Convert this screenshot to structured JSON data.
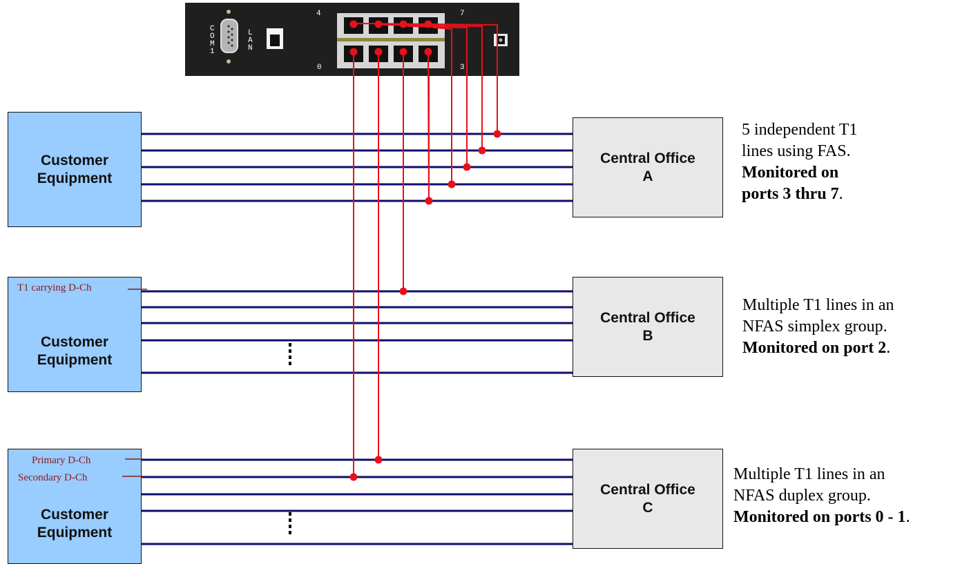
{
  "device": {
    "com_label": "COM1",
    "lan_label": "LAN",
    "port_top_left": "4",
    "port_top_right": "7",
    "port_bottom_left": "0",
    "port_bottom_right": "3"
  },
  "groups": [
    {
      "customer": [
        "Customer",
        "Equipment"
      ],
      "office": [
        "Central Office",
        "A"
      ],
      "description": {
        "line1": "5 independent T1",
        "line2": "lines using FAS.",
        "bold1": "Monitored on",
        "bold2": "ports 3 thru 7",
        "tail": "."
      }
    },
    {
      "customer": [
        "Customer",
        "Equipment"
      ],
      "office": [
        "Central Office",
        "B"
      ],
      "channel_labels": [
        "T1 carrying D-Ch"
      ],
      "description": {
        "line1": "Multiple T1 lines in an",
        "line2": "NFAS simplex group.",
        "bold": "Monitored on port 2",
        "tail": "."
      }
    },
    {
      "customer": [
        "Customer",
        "Equipment"
      ],
      "office": [
        "Central Office",
        "C"
      ],
      "channel_labels": [
        "Primary D-Ch",
        "Secondary D-Ch"
      ],
      "description": {
        "line1": "Multiple T1 lines in an",
        "line2": "NFAS duplex group.",
        "bold": "Monitored on ports 0 - 1",
        "tail": "."
      }
    }
  ],
  "colors": {
    "t1_line": "#0d0d6b",
    "tap_line": "#e8101a",
    "customer_fill": "#99ccff",
    "office_fill": "#e8e8e8",
    "device_body": "#1f1f1f",
    "channel_label": "#8b1a1a"
  }
}
